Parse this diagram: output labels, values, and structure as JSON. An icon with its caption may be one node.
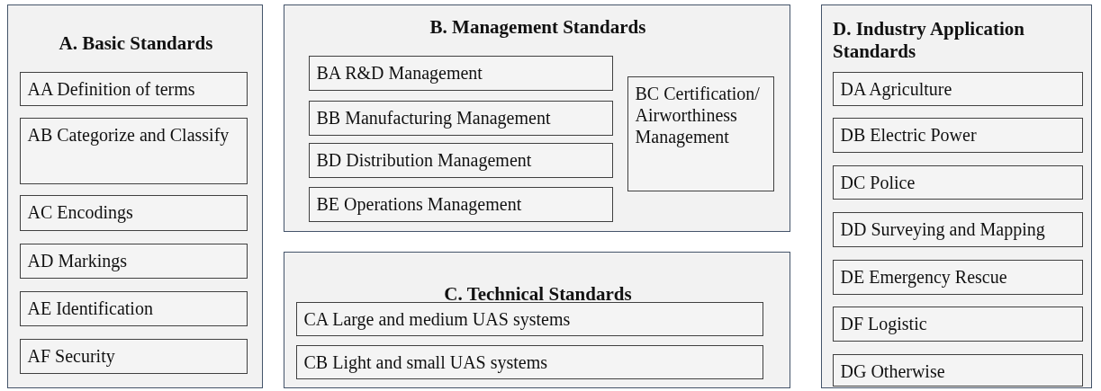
{
  "diagram": {
    "nodes": [
      {
        "text": [
          "A. Basic Standards"
        ]
      },
      {
        "text": [
          "AA Definition of terms"
        ],
        "in": 0
      },
      {
        "text": [
          "AB Categorize and Classify"
        ],
        "in": 0
      },
      {
        "text": [
          "AC Encodings"
        ],
        "in": 0
      },
      {
        "text": [
          "AD Markings"
        ],
        "in": 0
      },
      {
        "text": [
          "AE Identification"
        ],
        "in": 0
      },
      {
        "text": [
          "AF Security"
        ],
        "in": 0
      },
      {
        "text": [
          "B. Management Standards"
        ]
      },
      {
        "text": [
          "BA R&D Management"
        ],
        "in": 7
      },
      {
        "text": [
          "BB Manufacturing Management"
        ],
        "in": 7
      },
      {
        "text": [
          "BD Distribution Management"
        ],
        "in": 7
      },
      {
        "text": [
          "BE Operations Management"
        ],
        "in": 7
      },
      {
        "text": [
          "BC Certification/ Airworthiness Management"
        ],
        "in": 7
      },
      {
        "text": [
          "C. Technical Standards"
        ]
      },
      {
        "text": [
          "CA Large and medium UAS systems"
        ],
        "in": 13
      },
      {
        "text": [
          "CB Light and small UAS systems"
        ],
        "in": 13
      },
      {
        "text": [
          "D. Industry Application Standards"
        ]
      },
      {
        "text": [
          "DA Agriculture"
        ],
        "in": 16
      },
      {
        "text": [
          "DB Electric Power"
        ],
        "in": 16
      },
      {
        "text": [
          "DC Police"
        ],
        "in": 16
      },
      {
        "text": [
          "DD Surveying and Mapping"
        ],
        "in": 16
      },
      {
        "text": [
          "DE Emergency Rescue"
        ],
        "in": 16
      },
      {
        "text": [
          "DF Logistic"
        ],
        "in": 16
      },
      {
        "text": [
          "DG Otherwise"
        ],
        "in": 16
      }
    ]
  }
}
